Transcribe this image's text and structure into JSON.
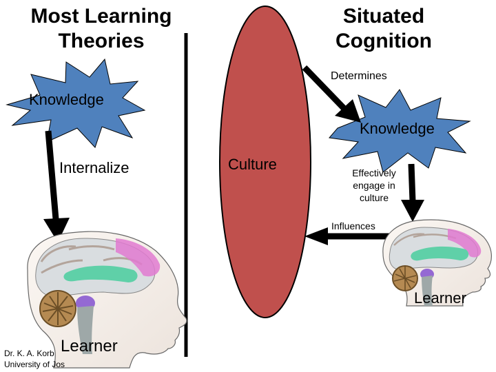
{
  "headings": {
    "left": "Most Learning\nTheories",
    "right": "Situated\nCognition"
  },
  "left_side": {
    "knowledge": "Knowledge",
    "action": "Internalize",
    "learner": "Learner"
  },
  "center": {
    "culture": "Culture"
  },
  "right_side": {
    "determines": "Determines",
    "knowledge": "Knowledge",
    "engage": "Effectively\nengage in\nculture",
    "influences": "Influences",
    "learner": "Learner"
  },
  "credit": {
    "line1": "Dr. K. A. Korb",
    "line2": "University of Jos"
  },
  "colors": {
    "burst_fill": "#4f81bd",
    "culture_fill": "#c0504d",
    "arrow": "#000000"
  }
}
